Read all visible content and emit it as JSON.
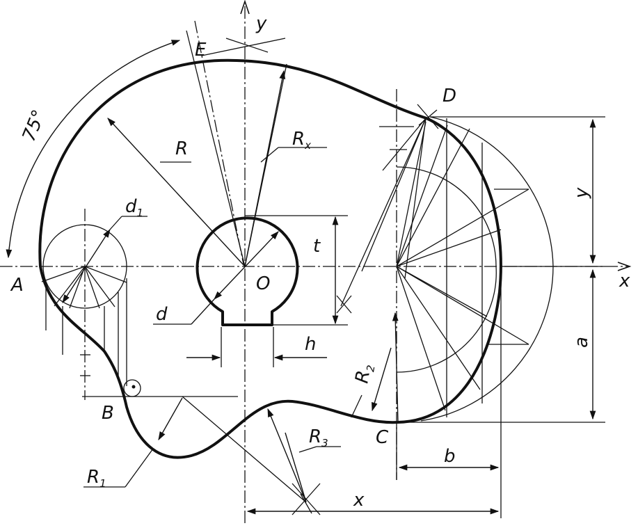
{
  "axes": {
    "x_label": "x",
    "y_label": "y"
  },
  "points": {
    "A": "A",
    "B": "B",
    "C": "C",
    "D": "D",
    "E": "E",
    "O": "O"
  },
  "dimensions": {
    "R": "R",
    "Rx": "R",
    "Rx_sub": "x",
    "R1": "R",
    "R1_sub": "1",
    "R2": "R",
    "R2_sub": "2",
    "R3": "R",
    "R3_sub": "3",
    "d1": "d",
    "d1_sub": "1",
    "d": "d",
    "t": "t",
    "h": "h",
    "a": "a",
    "b": "b",
    "x": "x",
    "y": "y",
    "angle": "75°"
  }
}
